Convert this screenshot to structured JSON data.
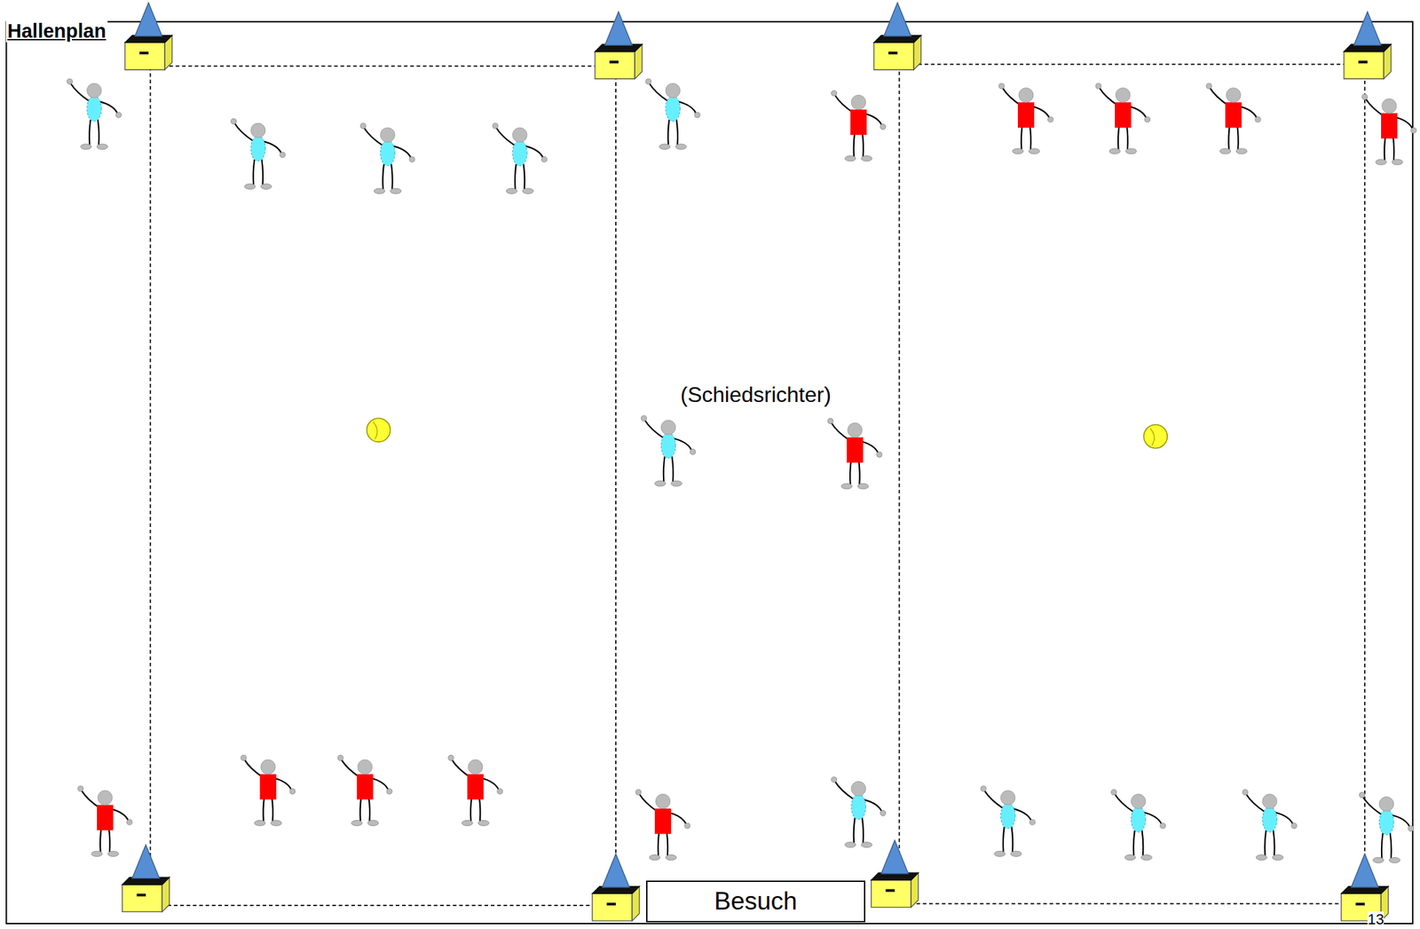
{
  "diagram": {
    "title": "Hallenplan",
    "nodes": [
      {
        "text": [
          "Besuch"
        ]
      }
    ],
    "labels": [
      "(Schiedsrichter)",
      "13"
    ]
  }
}
